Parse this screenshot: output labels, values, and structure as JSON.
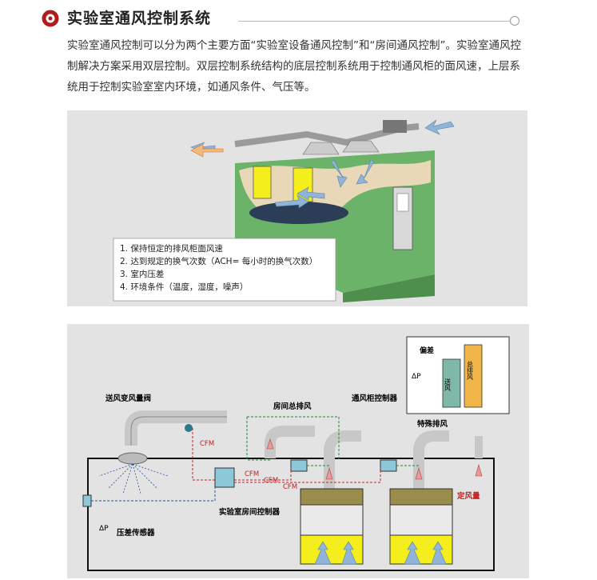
{
  "header": {
    "title": "实验室通风控制系统"
  },
  "intro": {
    "text": "实验室通风控制可以分为两个主要方面“实验室设备通风控制”和“房间通风控制”。实验室通风控制解决方案采用双层控制。双层控制系统结构的底层控制系统用于控制通风柜的面风速，上层系统用于控制实验室室内环境，如通风条件、气压等。"
  },
  "figure1": {
    "list": [
      "1. 保持恒定的排风柜面风速",
      "2. 达到规定的换气次数（ACH= 每小时的换气次数）",
      "3. 室内压差",
      "4. 环境条件（温度，湿度，噪声）"
    ]
  },
  "figure2": {
    "labels": {
      "supply_valve": "送风变风量阀",
      "room_exhaust": "房间总排风",
      "hood_controller": "通风柜控制器",
      "special_exhaust": "特殊排风",
      "room_controller": "实验室房间控制器",
      "pressure_sensor": "压差传感器",
      "constant_exhaust": "定风量",
      "cfm1": "CFM",
      "cfm2": "CFM",
      "cfm3": "CFM",
      "cfm4": "CFM",
      "delta_p": "ΔP",
      "inset_offset": "偏差",
      "inset_delta_p": "ΔP",
      "inset_supply": "送风",
      "inset_exhaust": "总排风"
    },
    "colors": {
      "fume_hood": "#f3ee1c",
      "inset_supply_bar": "#7fb7a8",
      "inset_exhaust_bar": "#f1b64a",
      "signal_red": "#c02020",
      "signal_blue": "#2a4fa0",
      "signal_green": "#1a8a3a"
    }
  }
}
